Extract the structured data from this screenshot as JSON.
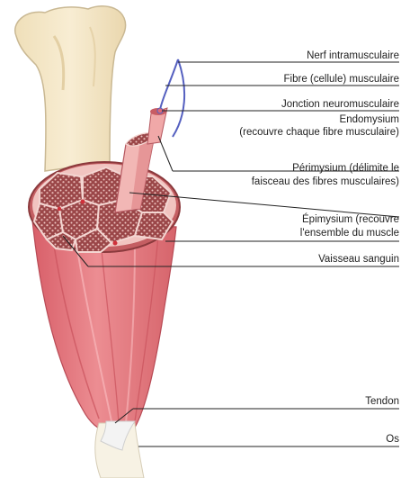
{
  "labels": {
    "nerf_intramusculaire": "Nerf intramusculaire",
    "fibre_musculaire": "Fibre (cellule) musculaire",
    "jonction_neuromusculaire": "Jonction neuromusculaire",
    "endomysium_1": "Endomysium",
    "endomysium_2": "(recouvre chaque fibre musculaire)",
    "perimysium_1": "Périmysium (délimite le",
    "perimysium_2": "faisceau des fibres musculaires)",
    "epimysium_1": "Épimysium (recouvre",
    "epimysium_2": "l'ensemble du muscle",
    "vaisseau_sanguin": "Vaisseau sanguin",
    "tendon": "Tendon",
    "os": "Os"
  },
  "colors": {
    "bone": "#f5e8c8",
    "bone_outline": "#c9b893",
    "muscle": "#e0737a",
    "muscle_dark": "#c95560",
    "muscle_light": "#f0a4a8",
    "fascicle_fill": "#a64c4c",
    "fascicle_dot": "#f1c9c6",
    "nerve": "#5560c0",
    "tendon": "#f4f4f4",
    "leader_line": "#222222"
  }
}
